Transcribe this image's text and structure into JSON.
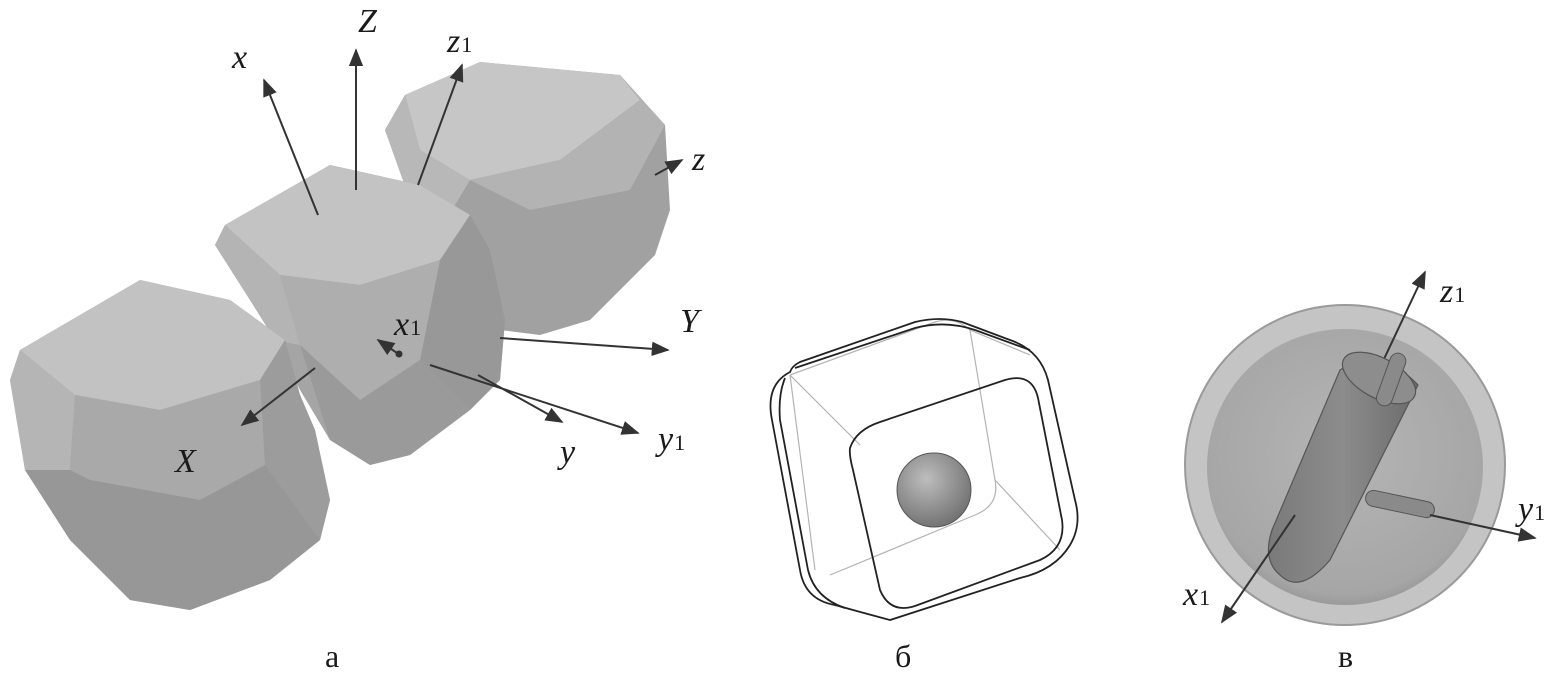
{
  "panel_a": {
    "caption": "а",
    "axes": {
      "x": "x",
      "Z": "Z",
      "z1_main": "z",
      "z1_sub": "1",
      "z": "z",
      "Y": "Y",
      "x1_main": "x",
      "x1_sub": "1",
      "X": "X",
      "y": "y",
      "y1_main": "y",
      "y1_sub": "1"
    }
  },
  "panel_b": {
    "caption": "б"
  },
  "panel_c": {
    "caption": "в",
    "axes": {
      "z1_main": "z",
      "z1_sub": "1",
      "y1_main": "y",
      "y1_sub": "1",
      "x1_main": "x",
      "x1_sub": "1"
    }
  },
  "colors": {
    "face_light": "#b9b9b9",
    "face_mid": "#a3a3a3",
    "face_dark": "#8e8e8e",
    "arrow": "#333333"
  }
}
